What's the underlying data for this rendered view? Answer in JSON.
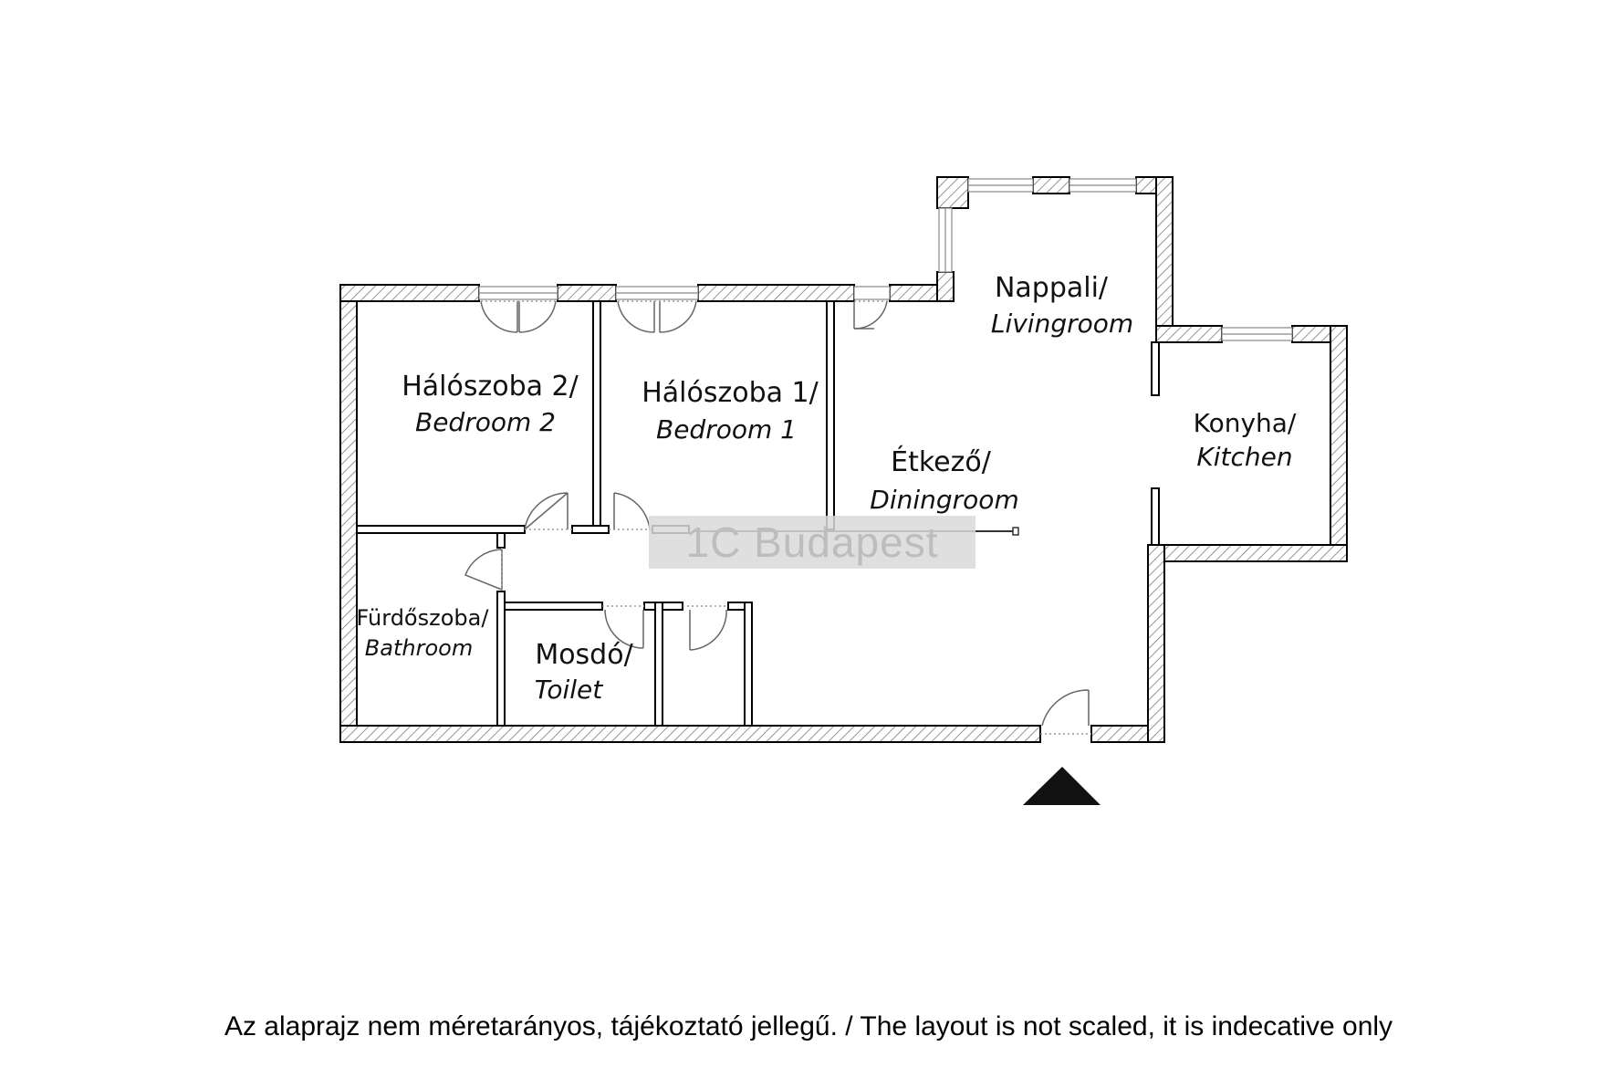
{
  "plan": {
    "rooms": [
      {
        "id": "bedroom-2",
        "hu": "Hálószoba 2/",
        "en": "Bedroom 2"
      },
      {
        "id": "bedroom-1",
        "hu": "Hálószoba 1/",
        "en": "Bedroom 1"
      },
      {
        "id": "livingroom",
        "hu": "Nappali/",
        "en": "Livingroom"
      },
      {
        "id": "diningroom",
        "hu": "Étkező/",
        "en": "Diningroom"
      },
      {
        "id": "kitchen",
        "hu": "Konyha/",
        "en": "Kitchen"
      },
      {
        "id": "bathroom",
        "hu": "Fürdőszoba/",
        "en": "Bathroom"
      },
      {
        "id": "toilet",
        "hu": "Mosdó/",
        "en": "Toilet"
      }
    ],
    "watermark": "1C Budapest",
    "entrance_marker": "entrance-arrow",
    "colors": {
      "wall": "#000000",
      "hatch": "#777777",
      "door": "#666666",
      "watermark_bg": "#d9d9d9",
      "watermark_text": "#bdbdbd"
    }
  },
  "footer": {
    "note": "Az alaprajz nem méretarányos, tájékoztató jellegű. / The layout is not scaled, it is indecative only"
  }
}
